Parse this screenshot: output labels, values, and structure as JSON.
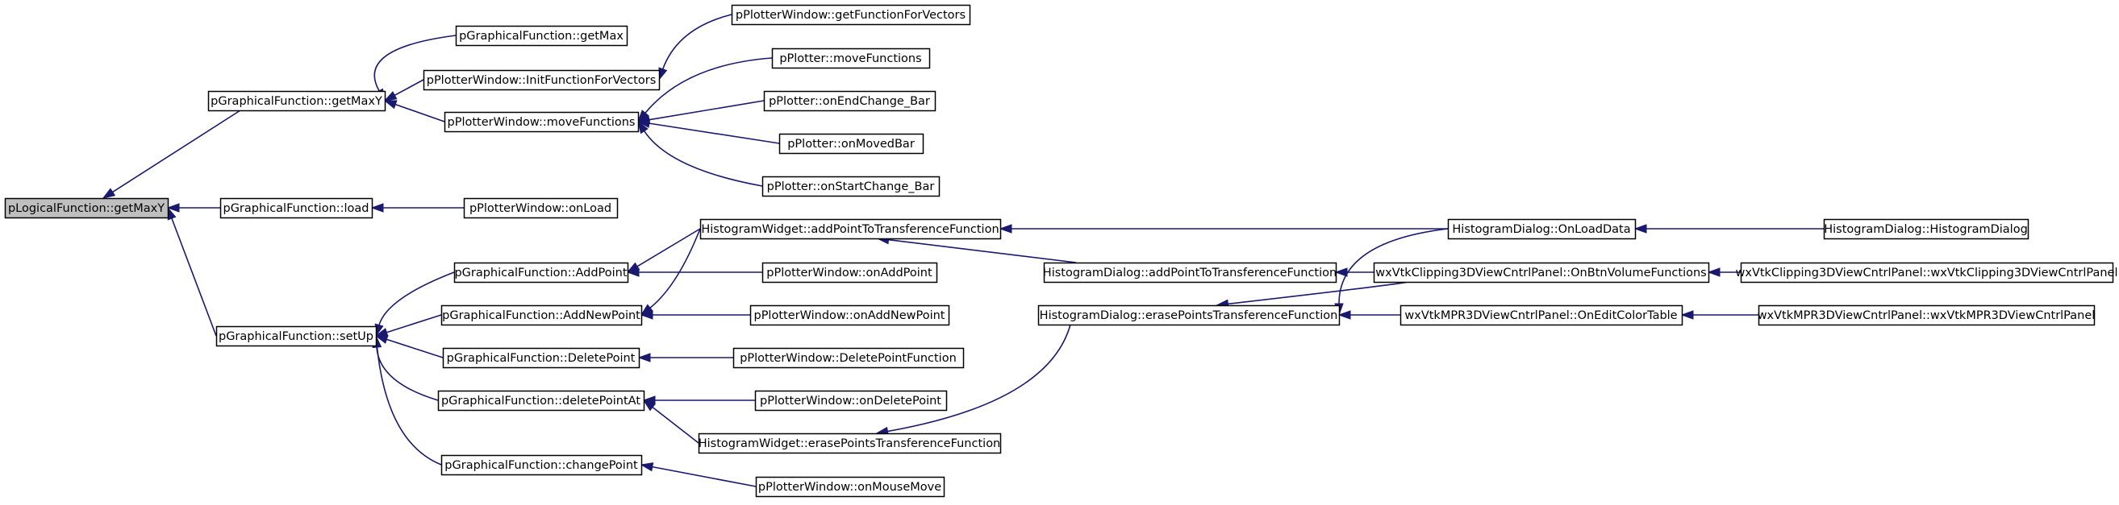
{
  "graph": {
    "nodes": {
      "root": "pLogicalFunction::getMaxY",
      "gf_getMaxY": "pGraphicalFunction::getMaxY",
      "gf_load": "pGraphicalFunction::load",
      "gf_setUp": "pGraphicalFunction::setUp",
      "gf_getMax": "pGraphicalFunction::getMax",
      "pw_InitFunctionForVectors": "pPlotterWindow::InitFunctionForVectors",
      "pw_moveFunctions": "pPlotterWindow::moveFunctions",
      "pw_getFunctionForVectors": "pPlotterWindow::getFunctionForVectors",
      "pp_moveFunctions": "pPlotter::moveFunctions",
      "pp_onEndChange_Bar": "pPlotter::onEndChange_Bar",
      "pp_onMovedBar": "pPlotter::onMovedBar",
      "pp_onStartChange_Bar": "pPlotter::onStartChange_Bar",
      "pw_onLoad": "pPlotterWindow::onLoad",
      "gf_AddPoint": "pGraphicalFunction::AddPoint",
      "gf_AddNewPoint": "pGraphicalFunction::AddNewPoint",
      "gf_DeletePoint": "pGraphicalFunction::DeletePoint",
      "gf_deletePointAt": "pGraphicalFunction::deletePointAt",
      "gf_changePoint": "pGraphicalFunction::changePoint",
      "hw_addPoint": "HistogramWidget::addPointToTransferenceFunction",
      "pw_onAddPoint": "pPlotterWindow::onAddPoint",
      "pw_onAddNewPoint": "pPlotterWindow::onAddNewPoint",
      "pw_DeletePointFunction": "pPlotterWindow::DeletePointFunction",
      "pw_onDeletePoint": "pPlotterWindow::onDeletePoint",
      "hw_erasePoints": "HistogramWidget::erasePointsTransferenceFunction",
      "pw_onMouseMove": "pPlotterWindow::onMouseMove",
      "hd_addPoint": "HistogramDialog::addPointToTransferenceFunction",
      "hd_erasePoints": "HistogramDialog::erasePointsTransferenceFunction",
      "hd_OnLoadData": "HistogramDialog::OnLoadData",
      "clip_OnBtnVolume": "wxVtkClipping3DViewCntrlPanel::OnBtnVolumeFunctions",
      "mpr_OnEditColorTable": "wxVtkMPR3DViewCntrlPanel::OnEditColorTable",
      "hd_ctor": "HistogramDialog::HistogramDialog",
      "clip_ctor": "wxVtkClipping3DViewCntrlPanel::wxVtkClipping3DViewCntrlPanel",
      "mpr_ctor": "wxVtkMPR3DViewCntrlPanel::wxVtkMPR3DViewCntrlPanel"
    },
    "colors": {
      "edge": "#191970",
      "root_fill": "#bfbfbf",
      "node_fill": "#ffffff",
      "node_border": "#000000"
    }
  }
}
